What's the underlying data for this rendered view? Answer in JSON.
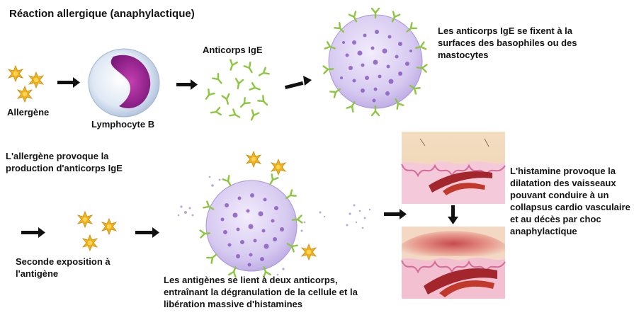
{
  "title": "Réaction allergique (anaphylactique)",
  "labels": {
    "allergen": "Allergène",
    "lymphocyte": "Lymphocyte B",
    "antibodies": "Anticorps IgE",
    "fixation": "Les anticorps IgE se fixent à la surfaces des basophiles ou des mastocytes",
    "production": "L'allergène provoque la production d'anticorps IgE",
    "second_exposure": "Seconde exposition à l'antigène",
    "degranulation": "Les antigènes se lient à deux anticorps, entraînant la dégranulation de la cellule et la libération massive d'histamines",
    "histamine_effect": "L'histamine provoque la dilatation des vaisseaux pouvant conduire à un collapsus cardio vasculaire et au décès par choc anaphylactique"
  },
  "colors": {
    "allergen": "#f0b21c",
    "antibody": "#8cc63f",
    "mast_cell": "#c9b8ec",
    "granule": "#8a5cc2",
    "lymphocyte_nucleus": "#8a1f86",
    "vessel": "#a3262c",
    "arrow": "#111111"
  }
}
